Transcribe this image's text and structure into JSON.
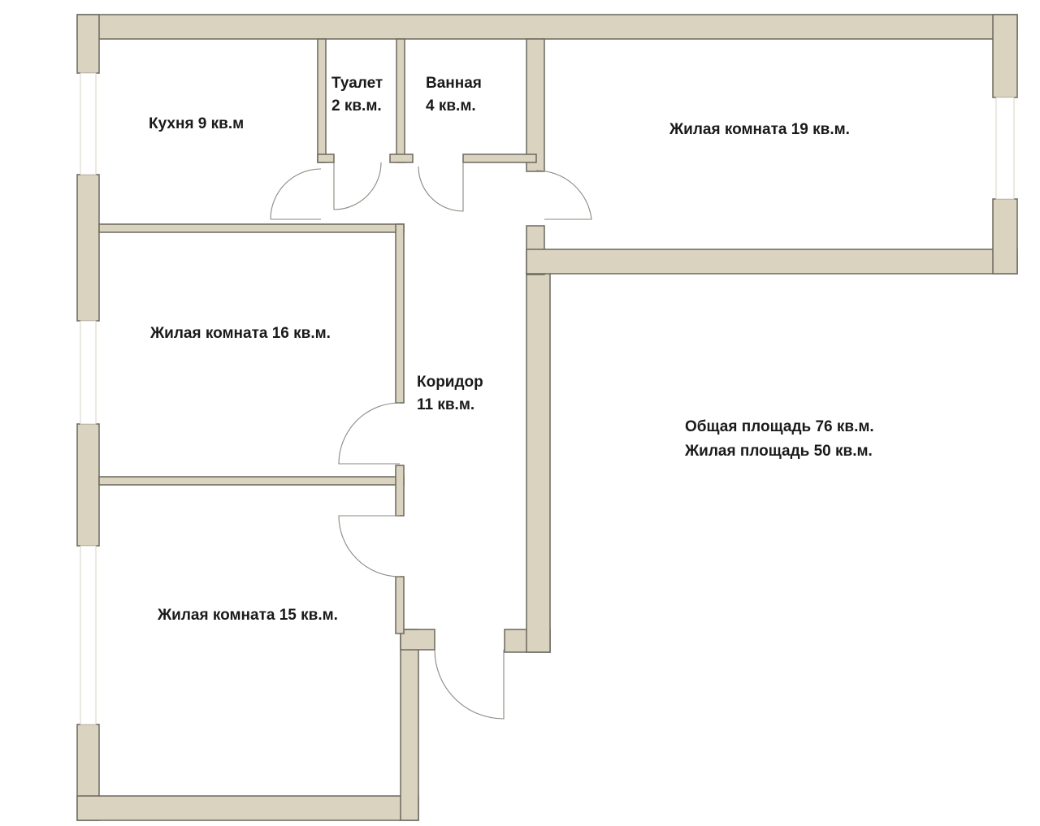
{
  "rooms": {
    "kitchen": "Кухня 9 кв.м",
    "toilet": [
      "Туалет",
      "2 кв.м."
    ],
    "bathroom": [
      "Ванная",
      "4 кв.м."
    ],
    "living_19": "Жилая комната 19 кв.м.",
    "living_16": "Жилая комната 16 кв.м.",
    "corridor": [
      "Коридор",
      "11 кв.м."
    ],
    "living_15": "Жилая комната 15 кв.м."
  },
  "summary": {
    "total": "Общая площадь 76 кв.м.",
    "living": "Жилая площадь 50 кв.м."
  },
  "colors": {
    "wall_fill": "#d9d3bf",
    "wall_stroke": "#6b685e",
    "background": "#ffffff"
  }
}
